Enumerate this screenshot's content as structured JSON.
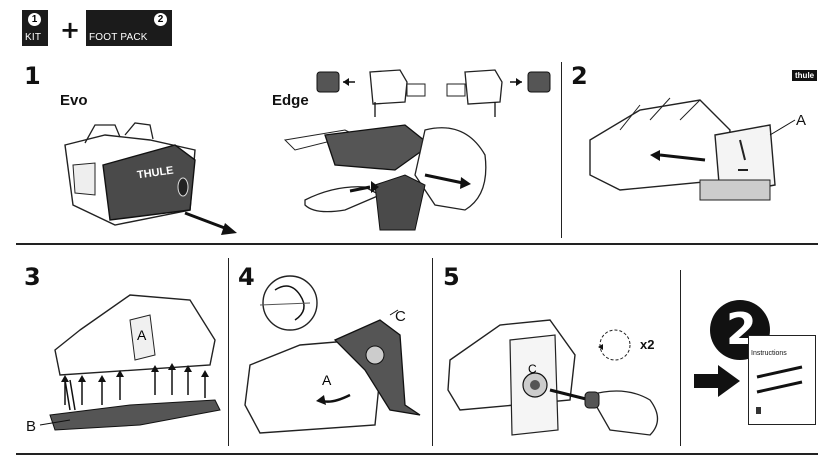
{
  "header": {
    "kit_badge": "1",
    "kit_label": "KIT",
    "plus": "+",
    "foot_pack_badge": "2",
    "foot_pack_label": "FOOT PACK"
  },
  "steps": {
    "step1": {
      "number": "1",
      "label_evo": "Evo",
      "label_edge": "Edge",
      "brand_mark": "THULE"
    },
    "step2": {
      "number": "2",
      "callout_a": "A",
      "logo": "thule"
    },
    "step3": {
      "number": "3",
      "callout_b": "B",
      "part_letter": "A"
    },
    "step4": {
      "number": "4",
      "callout_c": "C",
      "part_letter": "A"
    },
    "step5": {
      "number": "5",
      "part_letter": "C",
      "multiplier": "x2"
    },
    "next": {
      "number": "2",
      "instructions_label": "Instructions"
    }
  }
}
